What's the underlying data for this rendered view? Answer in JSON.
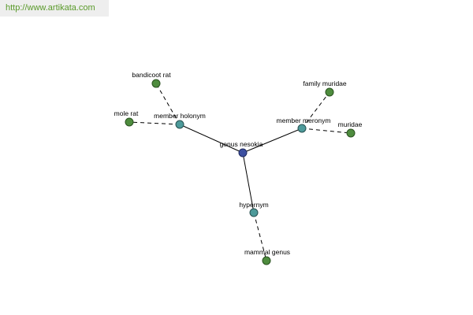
{
  "watermark": "http://www.artikata.com",
  "graph": {
    "nodes": {
      "center": {
        "label": "genus nesokia",
        "kind": "center"
      },
      "holonym": {
        "label": "member holonym",
        "kind": "relation"
      },
      "meronym": {
        "label": "member meronym",
        "kind": "relation"
      },
      "hypernym": {
        "label": "hypernym",
        "kind": "relation"
      },
      "bandicoot": {
        "label": "bandicoot rat",
        "kind": "leaf"
      },
      "molerat": {
        "label": "mole rat",
        "kind": "leaf"
      },
      "familymuridae": {
        "label": "family muridae",
        "kind": "leaf"
      },
      "muridae": {
        "label": "muridae",
        "kind": "leaf"
      },
      "mammalgenus": {
        "label": "mammal genus",
        "kind": "leaf"
      }
    },
    "edges": [
      {
        "from": "center",
        "to": "holonym",
        "style": "solid"
      },
      {
        "from": "center",
        "to": "meronym",
        "style": "solid"
      },
      {
        "from": "center",
        "to": "hypernym",
        "style": "solid"
      },
      {
        "from": "holonym",
        "to": "bandicoot",
        "style": "dashed"
      },
      {
        "from": "holonym",
        "to": "molerat",
        "style": "dashed"
      },
      {
        "from": "meronym",
        "to": "familymuridae",
        "style": "dashed"
      },
      {
        "from": "meronym",
        "to": "muridae",
        "style": "dashed"
      },
      {
        "from": "hypernym",
        "to": "mammalgenus",
        "style": "dashed"
      }
    ]
  }
}
